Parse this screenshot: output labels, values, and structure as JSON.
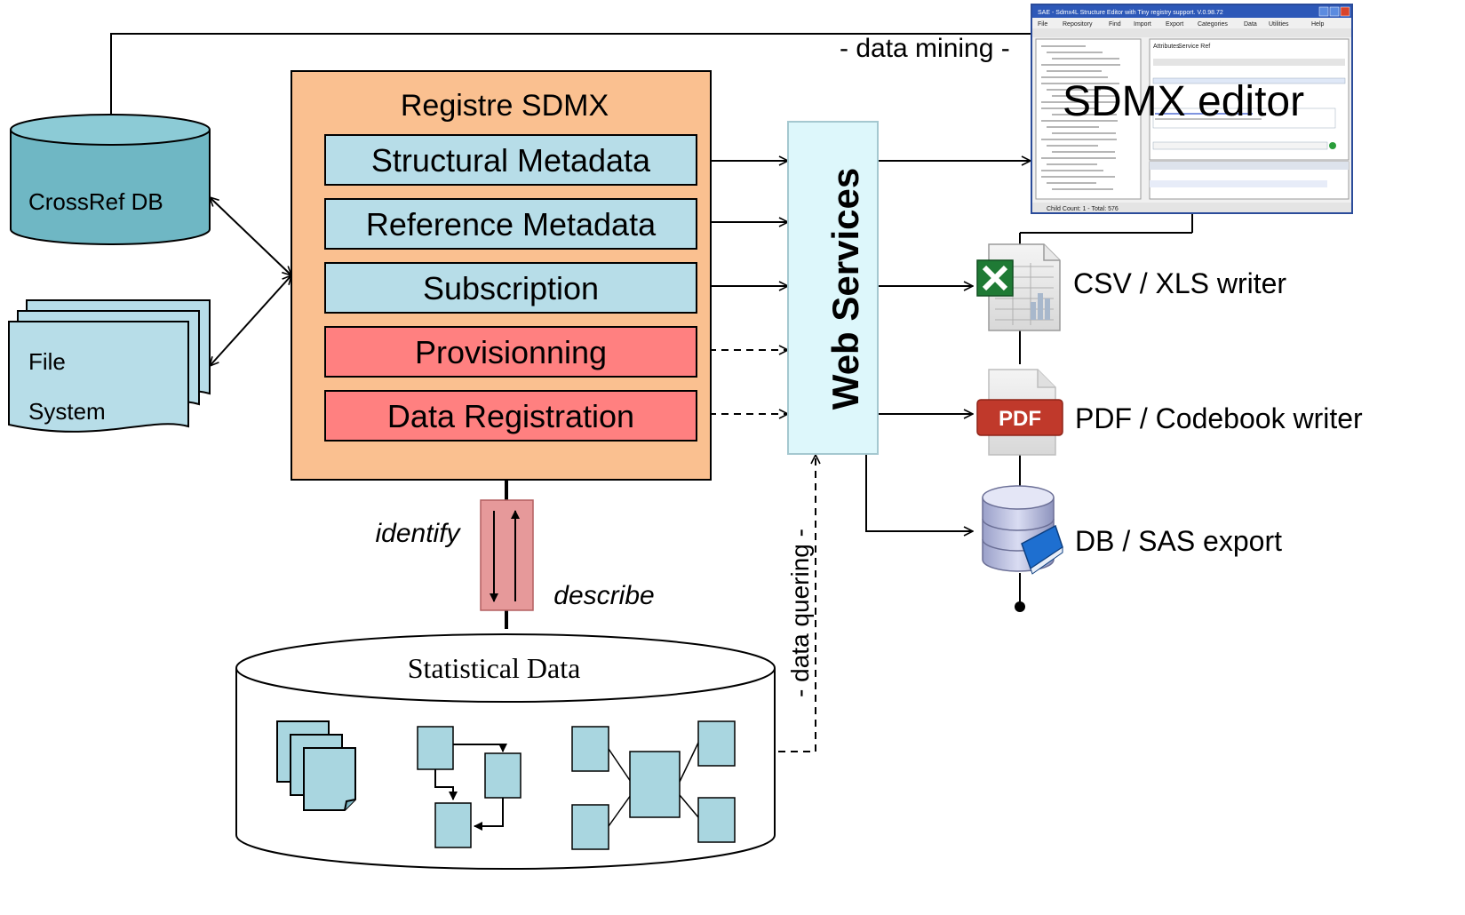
{
  "registry": {
    "title": "Registre SDMX",
    "sections": [
      {
        "label": "Structural Metadata",
        "kind": "core"
      },
      {
        "label": "Reference Metadata",
        "kind": "core"
      },
      {
        "label": "Subscription",
        "kind": "core"
      },
      {
        "label": "Provisionning",
        "kind": "data"
      },
      {
        "label": "Data Registration",
        "kind": "data"
      }
    ]
  },
  "stores": {
    "crossref": "CrossRef DB",
    "filesystem_line1": "File",
    "filesystem_line2": "System",
    "statistical": "Statistical Data"
  },
  "web_services": "Web Services",
  "links": {
    "identify": "identify",
    "describe": "describe",
    "data_mining": "- data mining -",
    "data_quering": "- data quering -"
  },
  "outputs": {
    "sdmx_editor": "SDMX editor",
    "csv": "CSV / XLS writer",
    "pdf": "PDF / Codebook writer",
    "pdf_badge": "PDF",
    "db": "DB / SAS export"
  },
  "editor_window": {
    "title": "SAE - Sdmx4L Structure Editor with Tiny registry support. V.0.98.72",
    "menu": [
      "File",
      "Repository",
      "Find",
      "Import",
      "Export",
      "Categories",
      "Data",
      "Utilities",
      "Help"
    ],
    "tabs": [
      "Attributes",
      "Service Ref"
    ],
    "status": "Child Count: 1 - Total: 576"
  },
  "colors": {
    "registry_fill": "#fac090",
    "core_fill": "#b7dde8",
    "data_fill": "#ff8080",
    "db_fill": "#6fb7c4",
    "ws_fill": "#ddf7fb",
    "arrow_box": "#e6999a",
    "pdf_red": "#c0392b",
    "excel_green": "#1f7a35"
  }
}
